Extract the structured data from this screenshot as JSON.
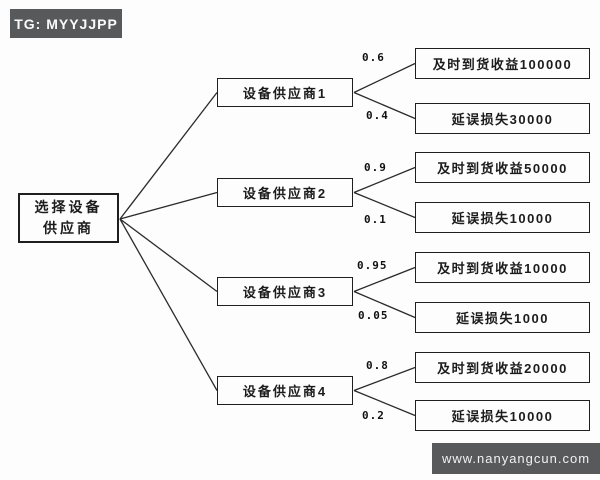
{
  "badge": {
    "label": "TG: MYYJJPP"
  },
  "watermark": {
    "label": "www.nanyangcun.com"
  },
  "tree": {
    "root": {
      "line1": "选择设备",
      "line2": "供应商"
    },
    "suppliers": [
      {
        "label": "设备供应商1",
        "branches": [
          {
            "probability": "0.6",
            "outcome": "及时到货收益100000"
          },
          {
            "probability": "0.4",
            "outcome": "延误损失30000"
          }
        ]
      },
      {
        "label": "设备供应商2",
        "branches": [
          {
            "probability": "0.9",
            "outcome": "及时到货收益50000"
          },
          {
            "probability": "0.1",
            "outcome": "延误损失10000"
          }
        ]
      },
      {
        "label": "设备供应商3",
        "branches": [
          {
            "probability": "0.95",
            "outcome": "及时到货收益10000"
          },
          {
            "probability": "0.05",
            "outcome": "延误损失1000"
          }
        ]
      },
      {
        "label": "设备供应商4",
        "branches": [
          {
            "probability": "0.8",
            "outcome": "及时到货收益20000"
          },
          {
            "probability": "0.2",
            "outcome": "延误损失10000"
          }
        ]
      }
    ]
  },
  "colors": {
    "bar_bg": "#58595b",
    "line": "#2b2b2b",
    "text": "#1c1c1c"
  }
}
